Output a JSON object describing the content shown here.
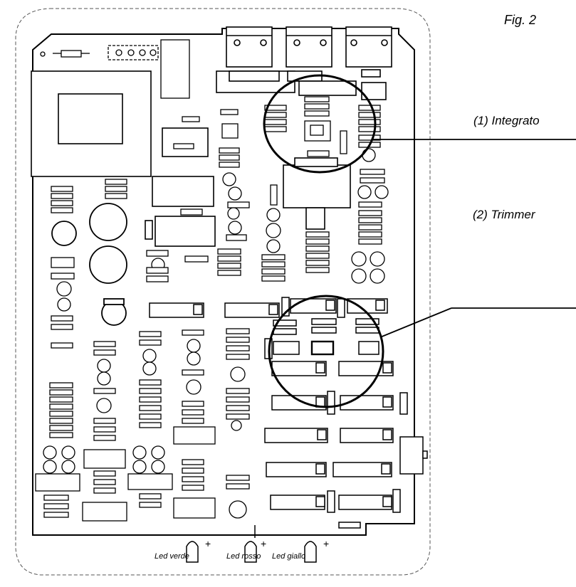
{
  "figure_label": "Fig. 2",
  "callouts": {
    "integrato": "(1) Integrato",
    "trimmer": "(2) Trimmer"
  },
  "leds": [
    {
      "label": "Led verde",
      "sign": "+"
    },
    {
      "label": "Led rosso",
      "sign": "+"
    },
    {
      "label": "Led giallo",
      "sign": "+"
    }
  ]
}
